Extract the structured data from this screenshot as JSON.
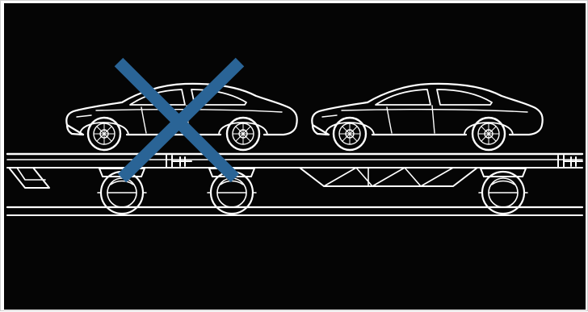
{
  "illustration": {
    "background_color": "#050505",
    "line_color": "#ffffff",
    "cross_mark_color": "#2a6496",
    "elements": [
      {
        "name": "car-left",
        "state": "crossed-out"
      },
      {
        "name": "car-right",
        "state": "allowed"
      }
    ]
  }
}
